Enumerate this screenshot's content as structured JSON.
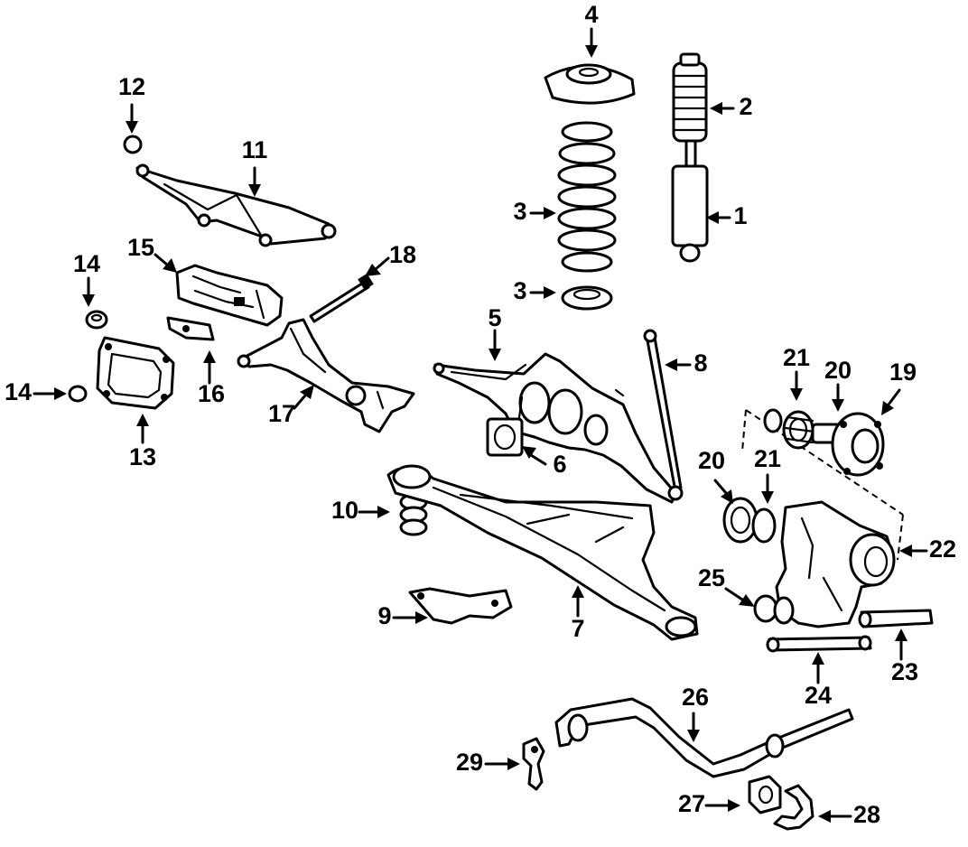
{
  "diagram": {
    "callouts": [
      {
        "id": "c1",
        "label": "1"
      },
      {
        "id": "c2",
        "label": "2"
      },
      {
        "id": "c3a",
        "label": "3"
      },
      {
        "id": "c3b",
        "label": "3"
      },
      {
        "id": "c4",
        "label": "4"
      },
      {
        "id": "c5",
        "label": "5"
      },
      {
        "id": "c6",
        "label": "6"
      },
      {
        "id": "c7",
        "label": "7"
      },
      {
        "id": "c8",
        "label": "8"
      },
      {
        "id": "c9",
        "label": "9"
      },
      {
        "id": "c10",
        "label": "10"
      },
      {
        "id": "c11",
        "label": "11"
      },
      {
        "id": "c12",
        "label": "12"
      },
      {
        "id": "c13",
        "label": "13"
      },
      {
        "id": "c14a",
        "label": "14"
      },
      {
        "id": "c14b",
        "label": "14"
      },
      {
        "id": "c15",
        "label": "15"
      },
      {
        "id": "c16",
        "label": "16"
      },
      {
        "id": "c17",
        "label": "17"
      },
      {
        "id": "c18",
        "label": "18"
      },
      {
        "id": "c19",
        "label": "19"
      },
      {
        "id": "c20a",
        "label": "20"
      },
      {
        "id": "c20b",
        "label": "20"
      },
      {
        "id": "c21a",
        "label": "21"
      },
      {
        "id": "c21b",
        "label": "21"
      },
      {
        "id": "c22",
        "label": "22"
      },
      {
        "id": "c23",
        "label": "23"
      },
      {
        "id": "c24",
        "label": "24"
      },
      {
        "id": "c25",
        "label": "25"
      },
      {
        "id": "c26",
        "label": "26"
      },
      {
        "id": "c27",
        "label": "27"
      },
      {
        "id": "c28",
        "label": "28"
      },
      {
        "id": "c29",
        "label": "29"
      }
    ]
  }
}
